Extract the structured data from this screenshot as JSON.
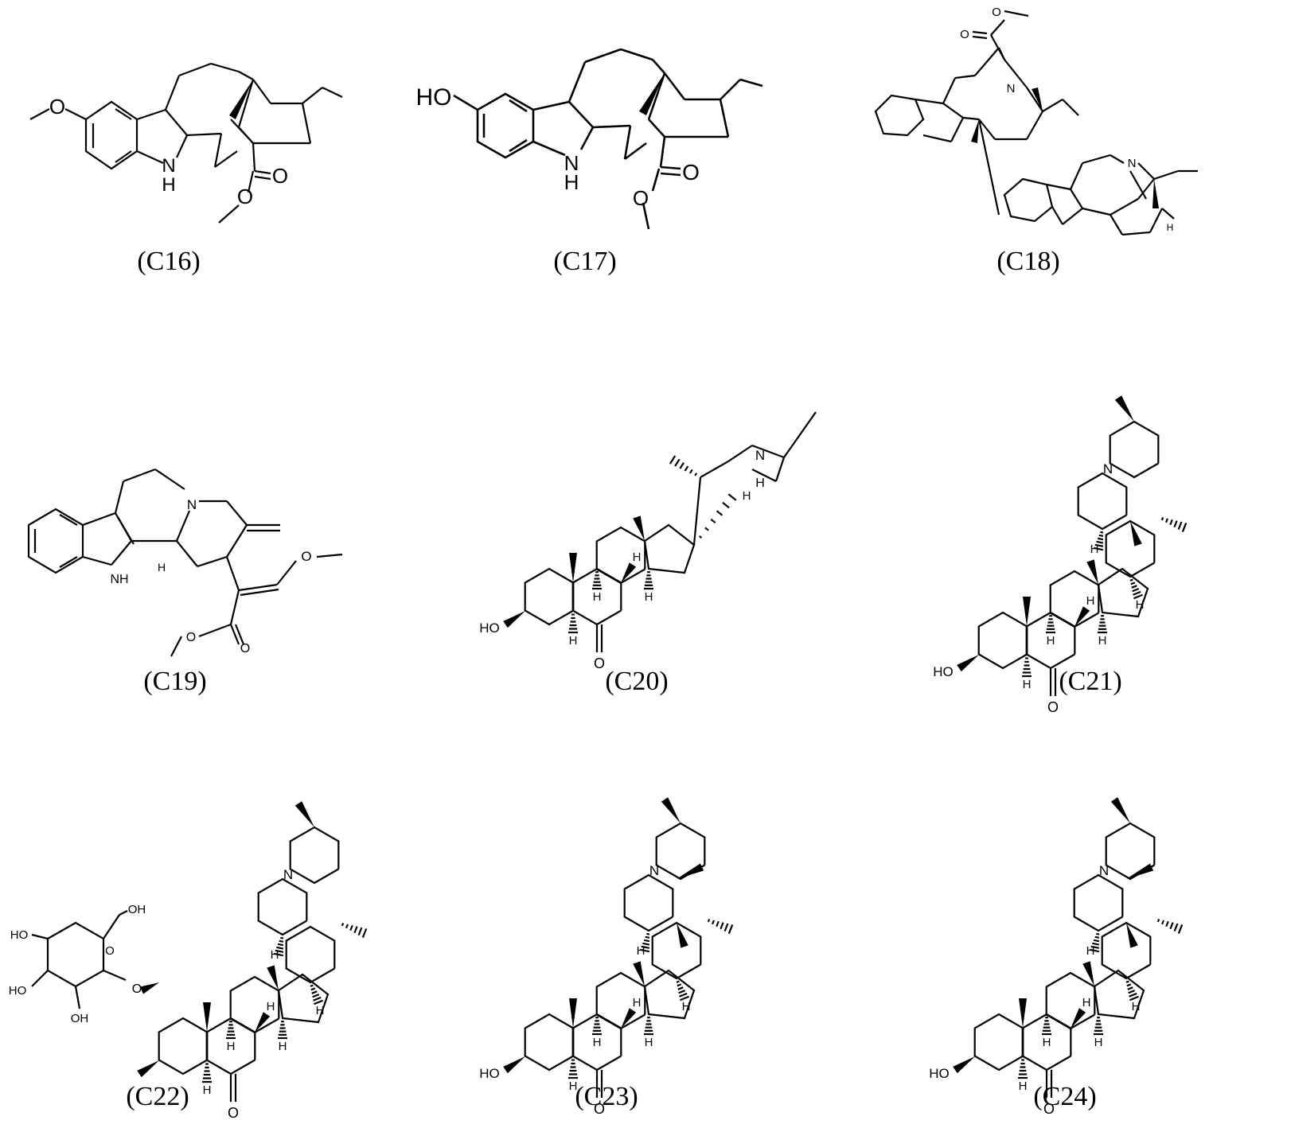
{
  "compounds": [
    {
      "id": "C16",
      "caption": "(C16)",
      "atoms": {
        "methoxy_o": "O",
        "nh_n": "N",
        "nh_h": "H",
        "ester_o1": "O",
        "ester_o2": "O"
      }
    },
    {
      "id": "C17",
      "caption": "(C17)",
      "atoms": {
        "hydroxy": "HO",
        "nh_n": "N",
        "nh_h": "H",
        "ester_o1": "O",
        "ester_o2": "O"
      }
    },
    {
      "id": "C18",
      "caption": "(C18)",
      "atoms": {
        "ester_o1": "O",
        "ester_o2": "O",
        "n1": "N",
        "n2": "N",
        "h": "H"
      }
    },
    {
      "id": "C19",
      "caption": "(C19)",
      "atoms": {
        "n": "N",
        "nh": "NH",
        "h": "H",
        "o_ether": "O",
        "o_ester1": "O",
        "o_ester2": "O"
      }
    },
    {
      "id": "C20",
      "caption": "(C20)",
      "atoms": {
        "ho": "HO",
        "h1": "H",
        "h2": "H",
        "h3": "H",
        "h4": "H",
        "h5": "H",
        "o": "O",
        "n": "N",
        "nh": "H"
      }
    },
    {
      "id": "C21",
      "caption": "(C21)",
      "atoms": {
        "ho": "HO",
        "h1": "H",
        "h2": "H",
        "h3": "H",
        "h4": "H",
        "h5": "H",
        "h6": "H",
        "o": "O",
        "n": "N"
      }
    },
    {
      "id": "C22",
      "caption": "(C22)",
      "atoms": {
        "oh1": "OH",
        "ho1": "HO",
        "ho2": "HO",
        "oh2": "OH",
        "o_ring": "O",
        "o_link": "O",
        "h1": "H",
        "h2": "H",
        "h3": "H",
        "h4": "H",
        "h5": "H",
        "h6": "H",
        "o": "O",
        "n": "N"
      }
    },
    {
      "id": "C23",
      "caption": "(C23)",
      "atoms": {
        "ho": "HO",
        "h1": "H",
        "h2": "H",
        "h3": "H",
        "h4": "H",
        "h5": "H",
        "h6": "H",
        "o": "O",
        "n": "N"
      }
    },
    {
      "id": "C24",
      "caption": "(C24)",
      "atoms": {
        "ho": "HO",
        "h1": "H",
        "h2": "H",
        "h3": "H",
        "h4": "H",
        "h5": "H",
        "h6": "H",
        "o": "O",
        "n": "N"
      }
    }
  ]
}
